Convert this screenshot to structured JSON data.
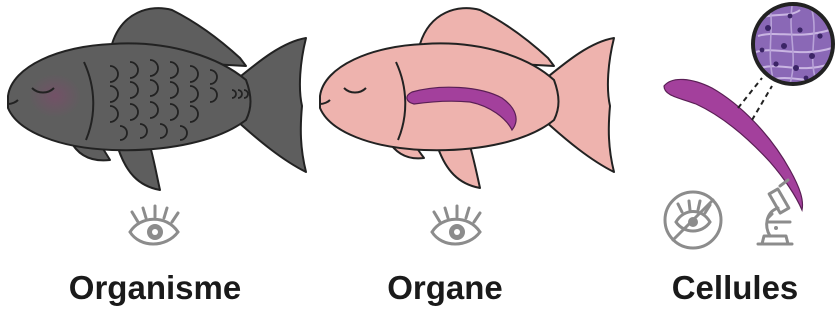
{
  "labels": {
    "organism": "Organisme",
    "organ": "Organe",
    "cells": "Cellules"
  },
  "icons": {
    "organism_level": [
      "fish-icon",
      "eye-icon"
    ],
    "organ_level": [
      "fish-outline-icon",
      "organ-highlight",
      "eye-icon"
    ],
    "cell_level": [
      "organ-icon",
      "micrograph-icon",
      "no-eye-icon",
      "microscope-icon"
    ]
  },
  "colors": {
    "organism_fish": "#5e5e5e",
    "organ_fish": "#eeb3ae",
    "organ_highlight": "#a3409c",
    "cell_stain": "#7b5aa6",
    "icon_gray": "#8c8c8c",
    "outline": "#222222"
  }
}
